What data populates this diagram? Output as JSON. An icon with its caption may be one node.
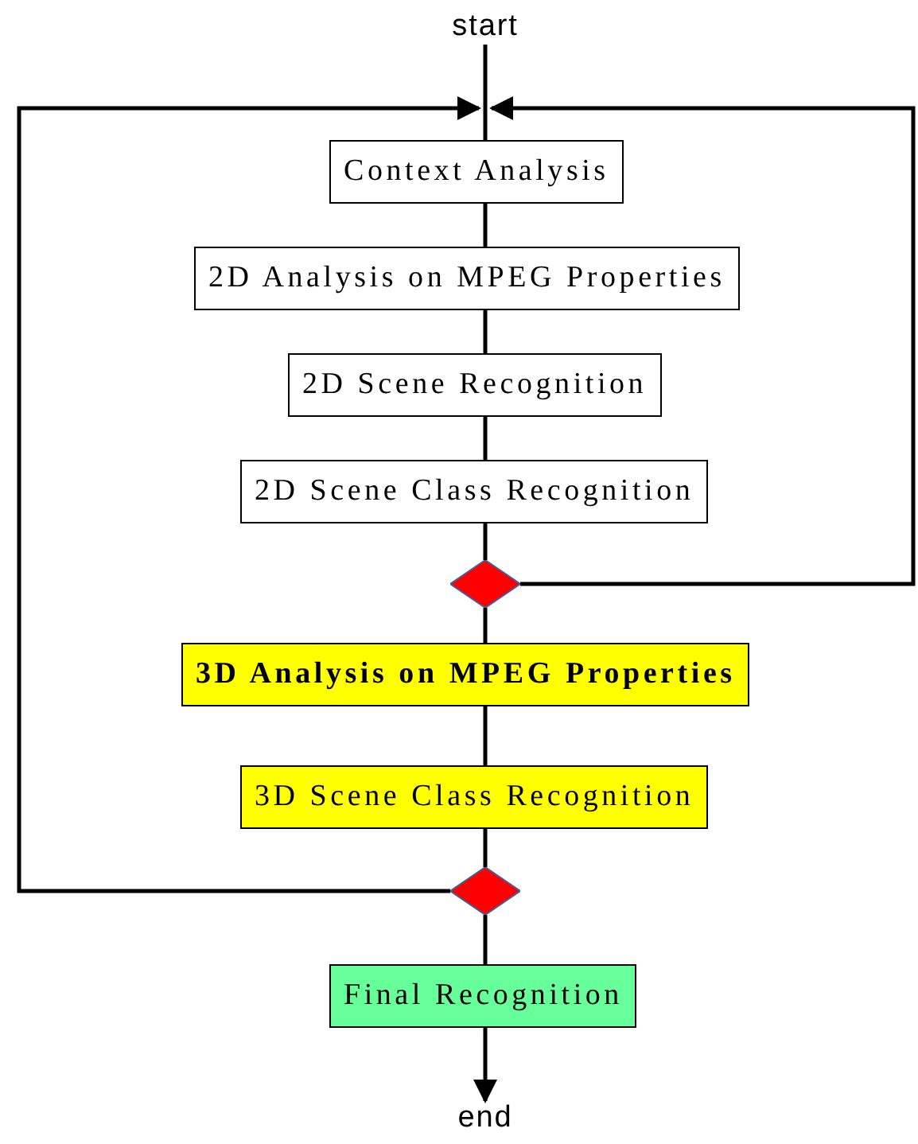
{
  "diagram": {
    "nodes": [
      {
        "text": [
          "start"
        ]
      },
      {
        "text": [
          "Context Analysis"
        ]
      },
      {
        "text": [
          "2D Analysis on MPEG Properties"
        ]
      },
      {
        "text": [
          "2D Scene Recognition"
        ]
      },
      {
        "text": [
          "2D Scene Class Recognition"
        ]
      },
      {
        "text": [],
        "shape": "diamond"
      },
      {
        "text": [
          "3D Analysis on MPEG Properties"
        ]
      },
      {
        "text": [
          "3D Scene Class Recognition"
        ]
      },
      {
        "text": [],
        "shape": "diamond"
      },
      {
        "text": [
          "Final Recognition"
        ]
      },
      {
        "text": [
          "end"
        ]
      }
    ],
    "edges": [
      {
        "from": 0,
        "to": 1,
        "arrow": "none"
      },
      {
        "from": 1,
        "to": 2,
        "arrow": "none"
      },
      {
        "from": 2,
        "to": 3,
        "arrow": "none"
      },
      {
        "from": 3,
        "to": 4,
        "arrow": "none"
      },
      {
        "from": 4,
        "to": 5,
        "arrow": "none"
      },
      {
        "from": 5,
        "to": 6,
        "arrow": "none"
      },
      {
        "from": 6,
        "to": 7,
        "arrow": "none"
      },
      {
        "from": 7,
        "to": 8,
        "arrow": "none"
      },
      {
        "from": 8,
        "to": 9,
        "arrow": "none"
      },
      {
        "from": 9,
        "to": 10,
        "arrow": "to"
      },
      {
        "from": 8,
        "to": 1,
        "arrow": "to"
      },
      {
        "from": 5,
        "to": 1,
        "arrow": "to"
      }
    ]
  }
}
